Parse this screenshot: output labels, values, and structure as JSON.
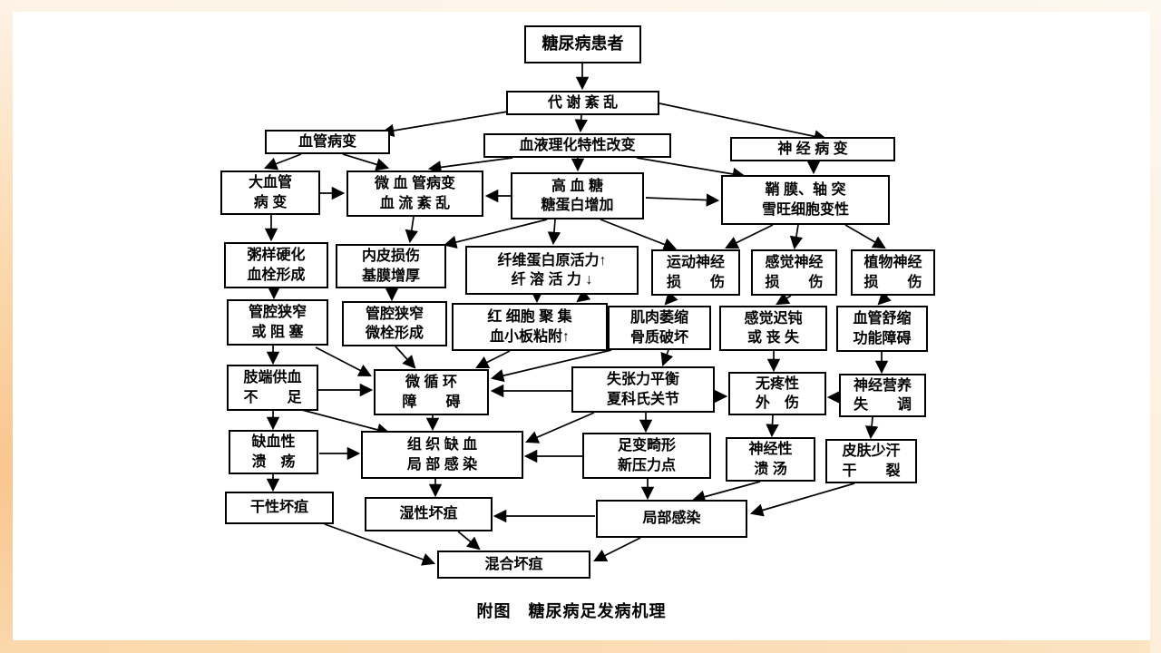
{
  "caption": {
    "text": "附图　糖尿病足发病机理"
  },
  "colors": {
    "ink": "#000000",
    "paper": "#ffffff",
    "frame_top": "#fdf5eb",
    "frame_left": "#f8c68f",
    "frame_bottom": "#fbdcb6",
    "frame_right": "#fdf0e0"
  },
  "nodes": {
    "patient": {
      "l1": "糖尿病患者"
    },
    "metabolic": {
      "l1": "代 谢 紊 乱"
    },
    "vascular": {
      "l1": "血管病变"
    },
    "blood": {
      "l1": "血液理化特性改变"
    },
    "nerve": {
      "l1": "神 经 病 变"
    },
    "macro": {
      "l1": "大血管",
      "l2": "病 变"
    },
    "micro": {
      "l1": "微 血 管病变",
      "l2": "血 流 紊 乱"
    },
    "hyper": {
      "l1": "高 血 糖",
      "l2": "糖蛋白增加"
    },
    "sheath": {
      "l1": "鞘 膜、轴 突",
      "l2": "雪旺细胞变性"
    },
    "athero": {
      "l1": "粥样硬化",
      "l2": "血栓形成"
    },
    "endo": {
      "l1": "内皮损伤",
      "l2": "基膜增厚"
    },
    "fibrin": {
      "l1": "纤维蛋白原活力↑",
      "l2": "纤 溶 活 力 ↓"
    },
    "motor": {
      "l1": "运动神经",
      "l2": "损　　伤"
    },
    "sensory": {
      "l1": "感觉神经",
      "l2": "损　　伤"
    },
    "autonomic": {
      "l1": "植物神经",
      "l2": "损　　伤"
    },
    "stenosis1": {
      "l1": "管腔狭窄",
      "l2": "或 阻 塞"
    },
    "stenosis2": {
      "l1": "管腔狭窄",
      "l2": "微栓形成"
    },
    "rbc": {
      "l1": "红 细胞 聚 集",
      "l2": "血小板粘附↑"
    },
    "muscle": {
      "l1": "肌肉萎缩",
      "l2": "骨质破坏"
    },
    "dull": {
      "l1": "感觉迟钝",
      "l2": "或 丧 失"
    },
    "vasomotor": {
      "l1": "血管舒缩",
      "l2": "功能障碍"
    },
    "limb": {
      "l1": "肢端供血",
      "l2": "不　　足"
    },
    "microcirc": {
      "l1": "微 循 环",
      "l2": "障　　碍"
    },
    "charcot": {
      "l1": "失张力平衡",
      "l2": "夏科氏关节"
    },
    "painless": {
      "l1": "无疼性",
      "l2": "外　伤"
    },
    "neurotroph": {
      "l1": "神经营养",
      "l2": "失　　调"
    },
    "ischemic": {
      "l1": "缺血性",
      "l2": "溃　疡"
    },
    "tissue": {
      "l1": "组 织 缺 血",
      "l2": "局 部 感 染"
    },
    "deform": {
      "l1": "足变畸形",
      "l2": "新压力点"
    },
    "neurulcer": {
      "l1": "神经性",
      "l2": "溃 汤"
    },
    "skin": {
      "l1": "皮肤少汗",
      "l2": "干　　裂"
    },
    "drygang": {
      "l1": "干性坏疽"
    },
    "wetgang": {
      "l1": "湿性坏疽"
    },
    "localinf": {
      "l1": "局部感染"
    },
    "mixedgang": {
      "l1": "混合坏疽"
    }
  }
}
